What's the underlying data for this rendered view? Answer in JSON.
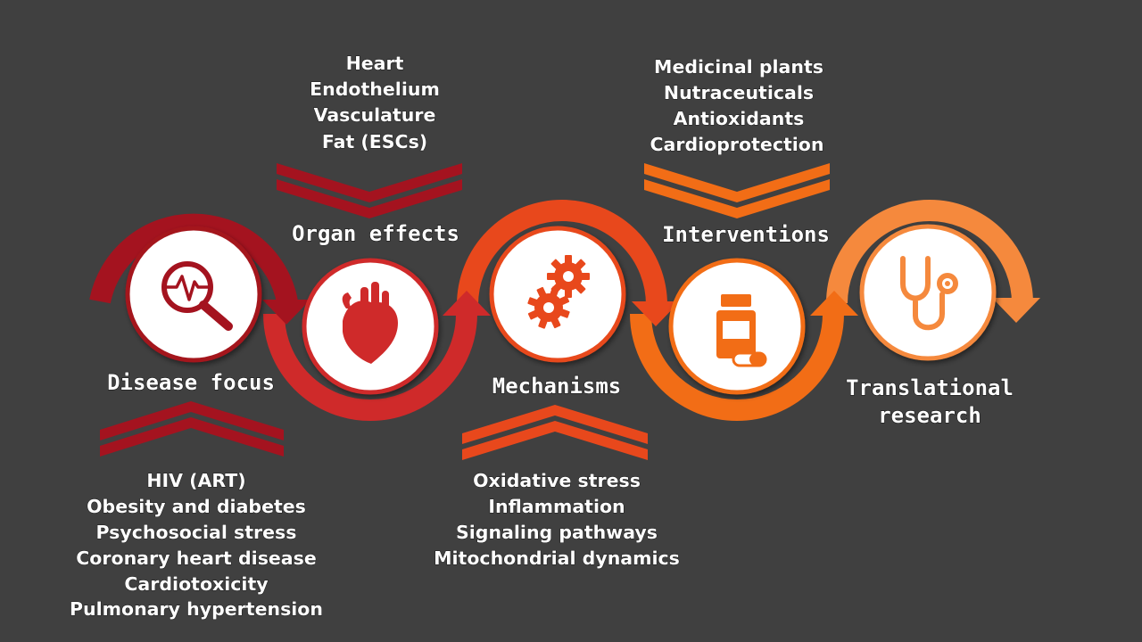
{
  "colors": {
    "background": "#404040",
    "dark_red": "#a4131f",
    "red": "#cf2a2a",
    "red_orange": "#e8481c",
    "orange": "#f26d16",
    "light_orange": "#f5893d"
  },
  "stages": [
    {
      "label": "Disease focus",
      "icon": "magnifier-heartbeat-icon",
      "items": [
        "HIV (ART)",
        "Obesity and diabetes",
        "Psychosocial stress",
        "Coronary heart disease",
        "Cardiotoxicity",
        "Pulmonary hypertension"
      ]
    },
    {
      "label": "Organ effects",
      "icon": "heart-icon",
      "items": [
        "Heart",
        "Endothelium",
        "Vasculature",
        "Fat (ESCs)"
      ]
    },
    {
      "label": "Mechanisms",
      "icon": "gears-icon",
      "items": [
        "Oxidative stress",
        "Inflammation",
        "Signaling pathways",
        "Mitochondrial dynamics"
      ]
    },
    {
      "label": "Interventions",
      "icon": "medicine-bottle-icon",
      "items": [
        "Medicinal plants",
        "Nutraceuticals",
        "Antioxidants",
        "Cardioprotection"
      ]
    },
    {
      "label_lines": [
        "Translational",
        "research"
      ],
      "icon": "stethoscope-icon"
    }
  ]
}
